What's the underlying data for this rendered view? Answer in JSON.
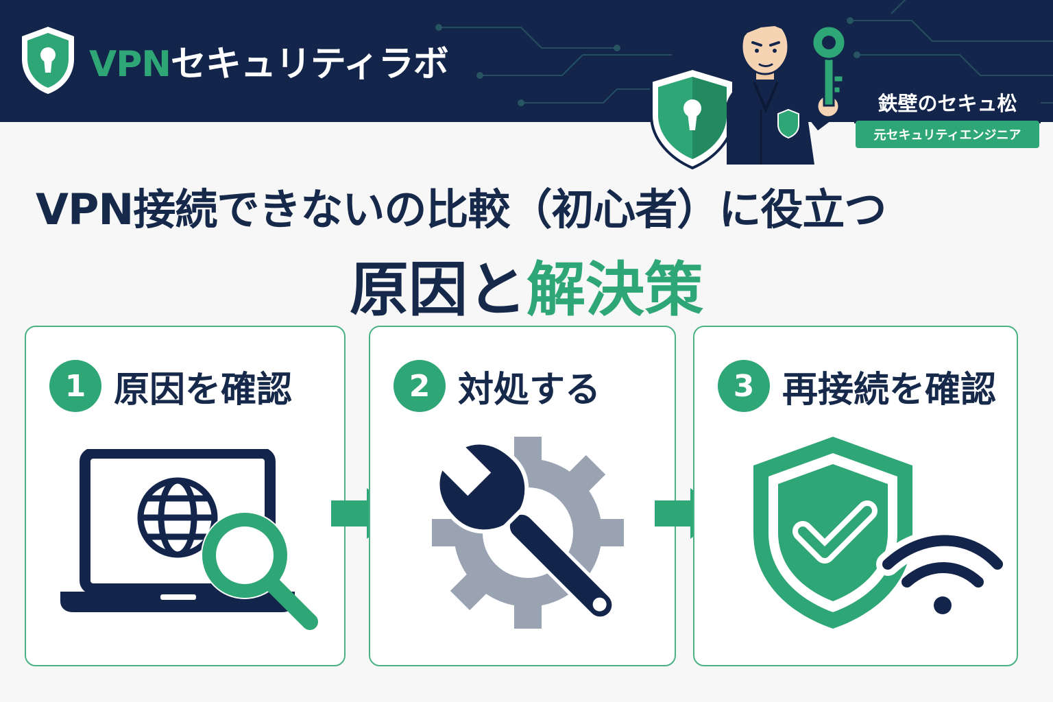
{
  "brand": {
    "name_vpn": "VPN",
    "name_rest": "セキュリティラボ",
    "logo_icon": "shield-keyhole-icon"
  },
  "persona": {
    "name": "鉄壁のセキュ松",
    "role": "元セキュリティエンジニア"
  },
  "title": {
    "line1": "VPN接続できないの比較（初心者）に役立つ",
    "line2_dark": "原因と",
    "line2_green": "解決策"
  },
  "steps": [
    {
      "number": "1",
      "label": "原因を確認",
      "icon": "laptop-globe-magnifier-icon"
    },
    {
      "number": "2",
      "label": "対処する",
      "icon": "wrench-gear-icon"
    },
    {
      "number": "3",
      "label": "再接続を確認",
      "icon": "shield-check-wifi-icon"
    }
  ],
  "colors": {
    "navy": "#13254a",
    "green": "#2fa676",
    "gray": "#9aa3b1",
    "background": "#f6f7f6"
  }
}
